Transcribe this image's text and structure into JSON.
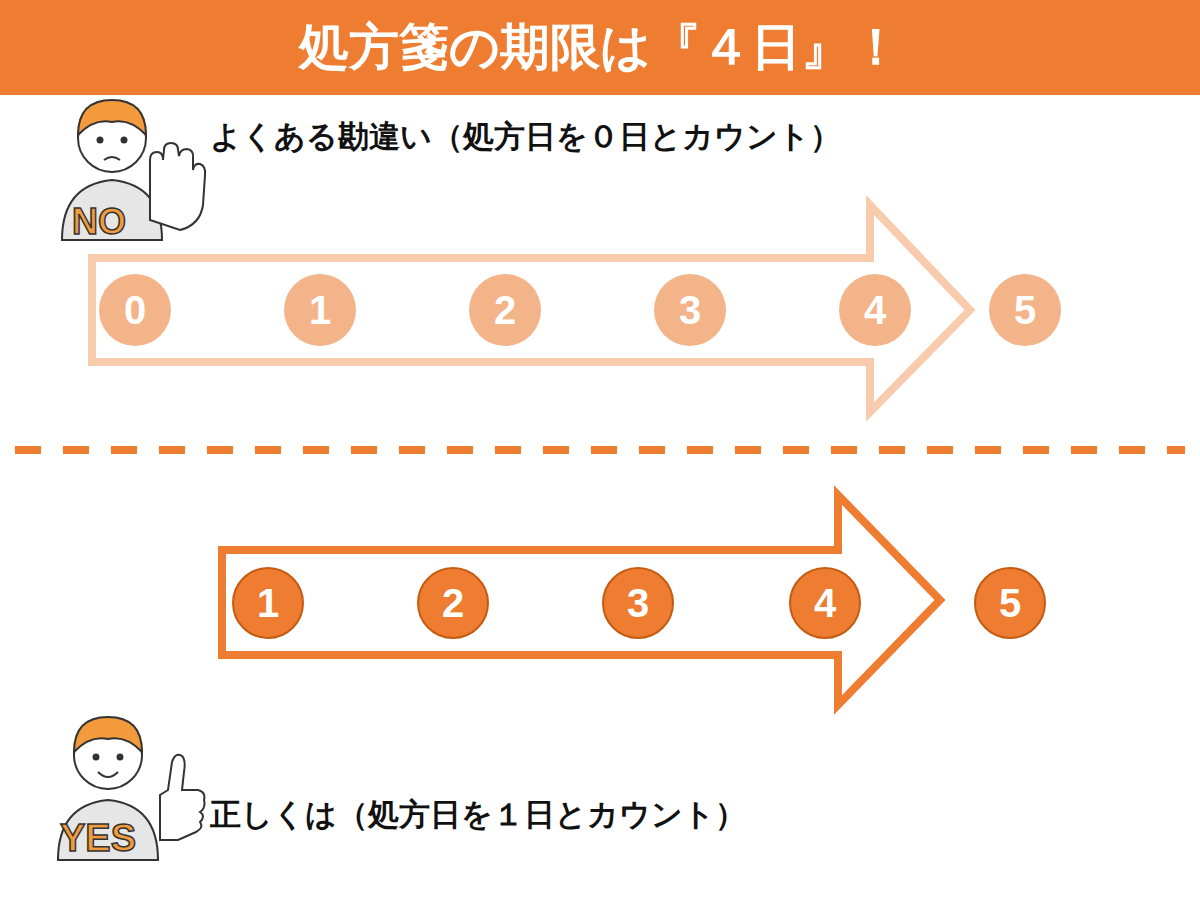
{
  "diagram": {
    "title": "処方箋の期限は『４日』！",
    "nodes": [
      {
        "text": [
          "0"
        ]
      },
      {
        "text": [
          "1"
        ]
      },
      {
        "text": [
          "2"
        ]
      },
      {
        "text": [
          "3"
        ]
      },
      {
        "text": [
          "4"
        ]
      },
      {
        "text": [
          "5"
        ]
      },
      {
        "text": [
          "1"
        ]
      },
      {
        "text": [
          "2"
        ]
      },
      {
        "text": [
          "3"
        ]
      },
      {
        "text": [
          "4"
        ]
      },
      {
        "text": [
          "5"
        ]
      }
    ],
    "labels": [
      "よくある勘違い（処方日を０日とカウント）",
      "NO",
      "正しくは（処方日を１日とカウント）",
      "YES"
    ]
  }
}
